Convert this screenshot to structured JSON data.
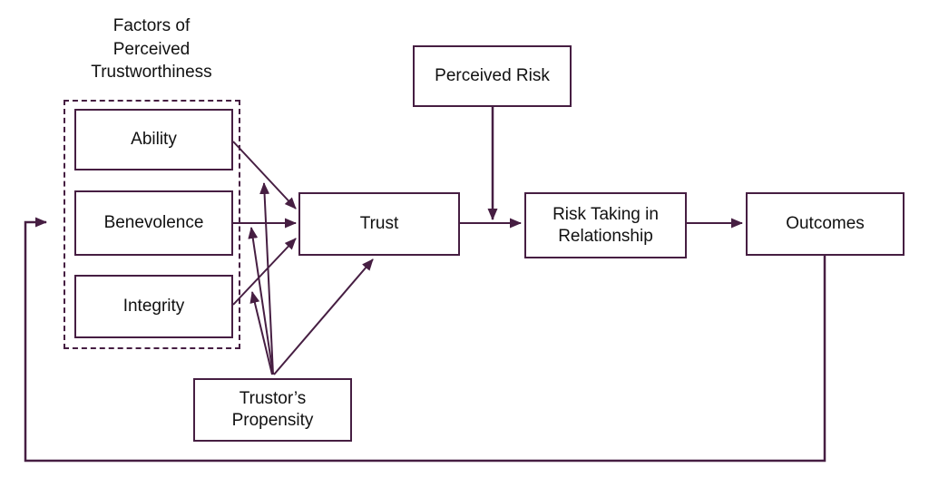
{
  "diagram": {
    "title": "Factors of\nPerceived\nTrustworthiness",
    "accent_color": "#461e42",
    "text_color": "#111111",
    "background_color": "#ffffff",
    "nodes": {
      "ability": {
        "label": "Ability"
      },
      "benevolence": {
        "label": "Benevolence"
      },
      "integrity": {
        "label": "Integrity"
      },
      "trust": {
        "label": "Trust"
      },
      "perceived_risk": {
        "label": "Perceived Risk"
      },
      "risk_taking": {
        "label": "Risk Taking in Relationship"
      },
      "outcomes": {
        "label": "Outcomes"
      },
      "trustor_propensity": {
        "label": "Trustor’s Propensity"
      }
    },
    "edges": [
      {
        "from": "ability",
        "to": "trust"
      },
      {
        "from": "benevolence",
        "to": "trust"
      },
      {
        "from": "integrity",
        "to": "trust"
      },
      {
        "from": "trustor_propensity",
        "to": "trust"
      },
      {
        "from": "trustor_propensity",
        "to": "ability-trust-arrow"
      },
      {
        "from": "trustor_propensity",
        "to": "benevolence-trust-arrow"
      },
      {
        "from": "trustor_propensity",
        "to": "integrity-trust-arrow"
      },
      {
        "from": "perceived_risk",
        "to": "trust-risk-taking-arrow"
      },
      {
        "from": "trust",
        "to": "risk_taking"
      },
      {
        "from": "risk_taking",
        "to": "outcomes"
      },
      {
        "from": "outcomes",
        "to": "factors_of_perceived_trustworthiness"
      }
    ]
  }
}
